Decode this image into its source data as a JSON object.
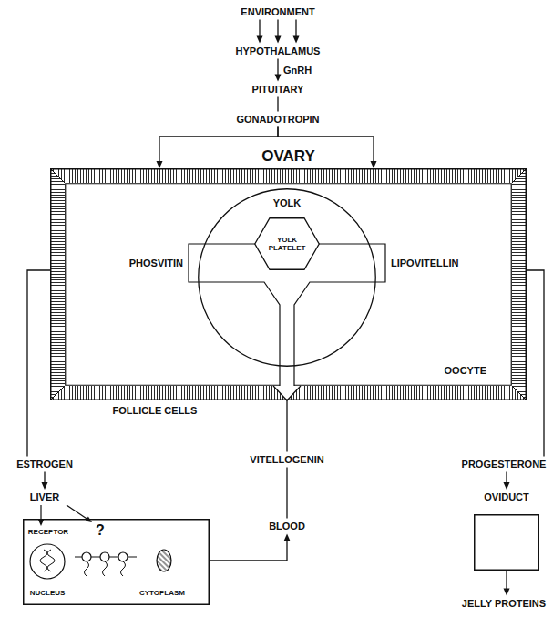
{
  "diagram": {
    "nodes": [
      {
        "text": [
          "ENVIRONMENT"
        ]
      },
      {
        "text": [
          "HYPOTHALAMUS"
        ]
      },
      {
        "text": [
          "PITUITARY"
        ]
      },
      {
        "text": [
          "GONADOTROPIN"
        ]
      },
      {
        "text": [
          "OVARY"
        ]
      },
      {
        "text": [
          "OOCYTE"
        ],
        "in": 4
      },
      {
        "text": [
          "YOLK"
        ],
        "in": 5
      },
      {
        "text": [
          "YOLK PLATELET"
        ],
        "in": 6
      },
      {
        "text": [
          "ESTROGEN"
        ]
      },
      {
        "text": [
          "VITELLOGENIN"
        ]
      },
      {
        "text": [
          "PROGESTERONE"
        ]
      },
      {
        "text": [
          "LIVER"
        ]
      },
      {
        "text": [
          "BLOOD"
        ]
      },
      {
        "text": [
          "OVIDUCT"
        ]
      },
      {
        "text": [
          "JELLY PROTEINS"
        ]
      }
    ],
    "edges": [
      {
        "from": 0,
        "to": 1,
        "arrow": "to"
      },
      {
        "from": 0,
        "to": 1,
        "arrow": "to"
      },
      {
        "from": 0,
        "to": 1,
        "arrow": "to"
      },
      {
        "from": 1,
        "to": 2,
        "label": "GnRH",
        "arrow": "to"
      },
      {
        "from": 2,
        "to": 3,
        "arrow": "none"
      },
      {
        "from": 3,
        "to": 4,
        "arrow": "to"
      },
      {
        "from": 3,
        "to": 4,
        "arrow": "to"
      },
      {
        "from": 4,
        "to": 8,
        "arrow": "none"
      },
      {
        "from": 8,
        "to": 11,
        "arrow": "to"
      },
      {
        "from": 11,
        "to": 12,
        "arrow": "to"
      },
      {
        "from": 12,
        "to": 9,
        "arrow": "none"
      },
      {
        "from": 9,
        "to": 4,
        "arrow": "none"
      },
      {
        "from": 4,
        "to": 10,
        "arrow": "none"
      },
      {
        "from": 10,
        "to": 13,
        "arrow": "to"
      },
      {
        "from": 13,
        "to": 14,
        "arrow": "to"
      }
    ],
    "labels": [
      "PHOSVITIN",
      "LIPOVITELLIN",
      "FOLLICLE CELLS",
      "RECEPTOR",
      "?",
      "NUCLEUS",
      "CYTOPLASM"
    ]
  }
}
